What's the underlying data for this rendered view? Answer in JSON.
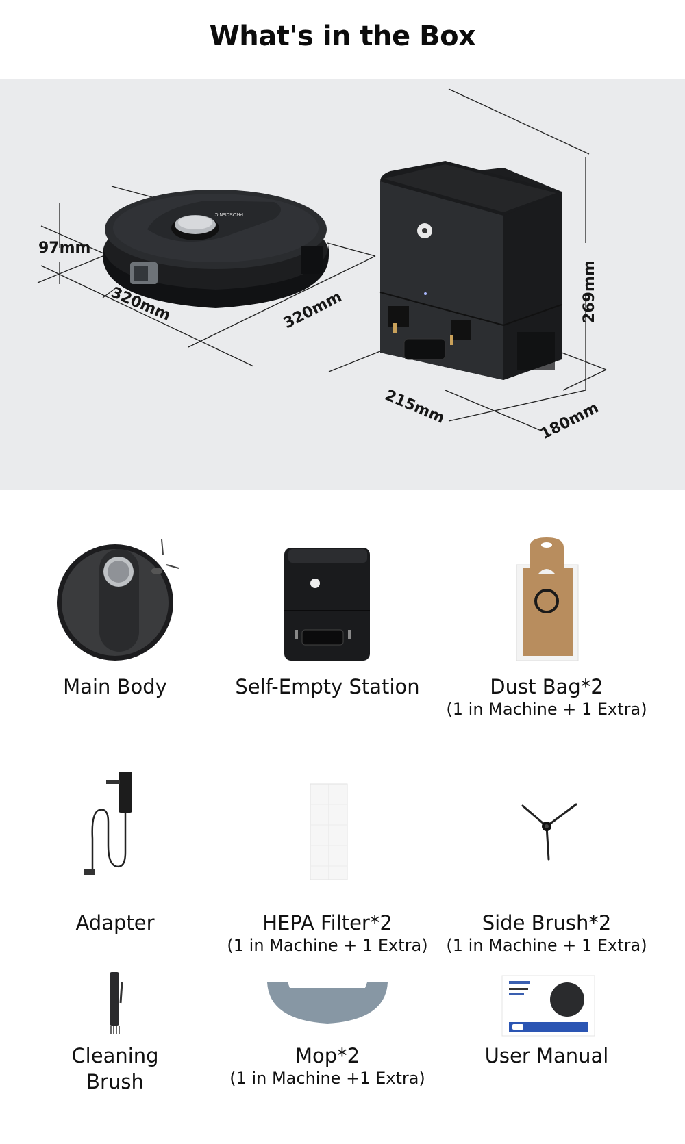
{
  "page": {
    "title": "What's in the Box",
    "background_color": "#ffffff",
    "panel_color": "#eaebed"
  },
  "dimensions": {
    "robot": {
      "height": "97mm",
      "width": "320mm",
      "depth": "320mm"
    },
    "station": {
      "height": "269mm",
      "width": "215mm",
      "depth": "180mm"
    }
  },
  "items": [
    {
      "name": "Main Body",
      "sub": "",
      "icon": "robot-vacuum-icon"
    },
    {
      "name": "Self-Empty Station",
      "sub": "",
      "icon": "self-empty-station-icon"
    },
    {
      "name": "Dust Bag*2",
      "sub": "(1 in Machine + 1 Extra)",
      "icon": "dust-bag-icon"
    },
    {
      "name": "Adapter",
      "sub": "",
      "icon": "power-adapter-icon"
    },
    {
      "name": "HEPA Filter*2",
      "sub": "(1 in Machine + 1 Extra)",
      "icon": "hepa-filter-icon"
    },
    {
      "name": "Side Brush*2",
      "sub": "(1 in Machine + 1 Extra)",
      "icon": "side-brush-icon"
    },
    {
      "name": "Cleaning Brush",
      "sub": "",
      "icon": "cleaning-brush-icon"
    },
    {
      "name": "Mop*2",
      "sub": "(1 in Machine +1 Extra)",
      "icon": "mop-pad-icon"
    },
    {
      "name": "User Manual",
      "sub": "",
      "icon": "user-manual-icon"
    }
  ]
}
